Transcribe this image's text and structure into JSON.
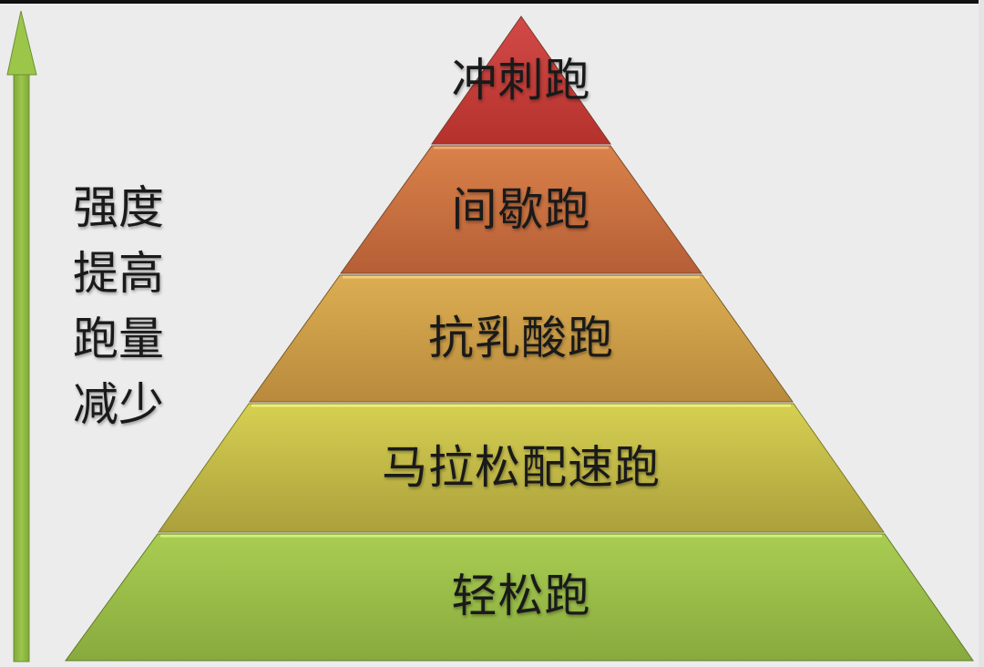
{
  "diagram": {
    "type": "pyramid",
    "levels": [
      {
        "label": "冲刺跑",
        "color_top": "#d24a48",
        "color_bottom": "#b5322c"
      },
      {
        "label": "间歇跑",
        "color_top": "#d9824a",
        "color_bottom": "#b65e36"
      },
      {
        "label": "抗乳酸跑",
        "color_top": "#d9a94e",
        "color_bottom": "#b98a3c"
      },
      {
        "label": "马拉松配速跑",
        "color_top": "#d4cf52",
        "color_bottom": "#aba03c"
      },
      {
        "label": "轻松跑",
        "color_top": "#a8cc52",
        "color_bottom": "#8aac3e"
      }
    ],
    "side_label_lines": [
      "强度",
      "提高",
      "跑量",
      "减少"
    ],
    "arrow": {
      "direction": "up",
      "color": "#8fbf3f"
    }
  }
}
